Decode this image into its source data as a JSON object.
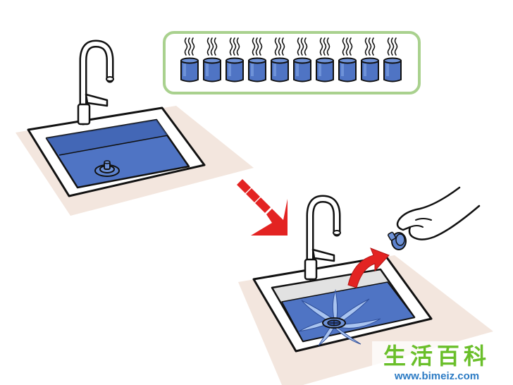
{
  "illustration": {
    "heated_cup_count": 10,
    "colors": {
      "counter": "#f3e6de",
      "sink_rim": "#ffffff",
      "sink_inner": "#e2e2e2",
      "water": "#4f74c4",
      "water_light": "#6e92d8",
      "panel_border": "#a9d18e",
      "arrow_red": "#e32322",
      "outline": "#111111",
      "splash": "#a9c4f0"
    }
  },
  "watermark": {
    "brand": "生活百科",
    "url": "www.bimeiz.com"
  }
}
